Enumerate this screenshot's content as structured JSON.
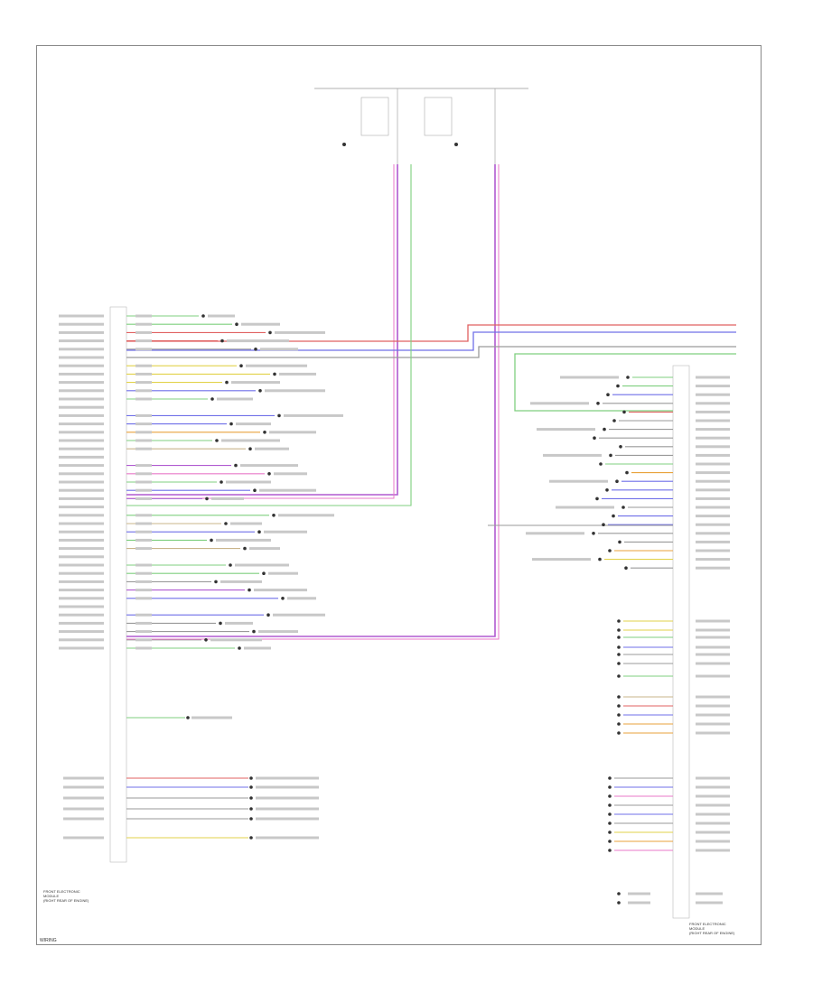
{
  "diagram": {
    "corner_label": "WIRING",
    "left_module_label": [
      "FRONT ELECTRONIC",
      "MODULE",
      "(RIGHT REAR OF ENGINE)"
    ],
    "right_module_label": [
      "FRONT ELECTRONIC",
      "MODULE",
      "(RIGHT REAR OF ENGINE)"
    ],
    "wire_colors": {
      "green": "#7fcf7f",
      "red": "#e06060",
      "blue": "#6f6fe8",
      "purple": "#b05ad0",
      "pink": "#e879c8",
      "yellow": "#e2d24a",
      "gray": "#9a9a9a",
      "orange": "#e9a23b",
      "tan": "#c9b48a",
      "black": "#444444"
    }
  }
}
